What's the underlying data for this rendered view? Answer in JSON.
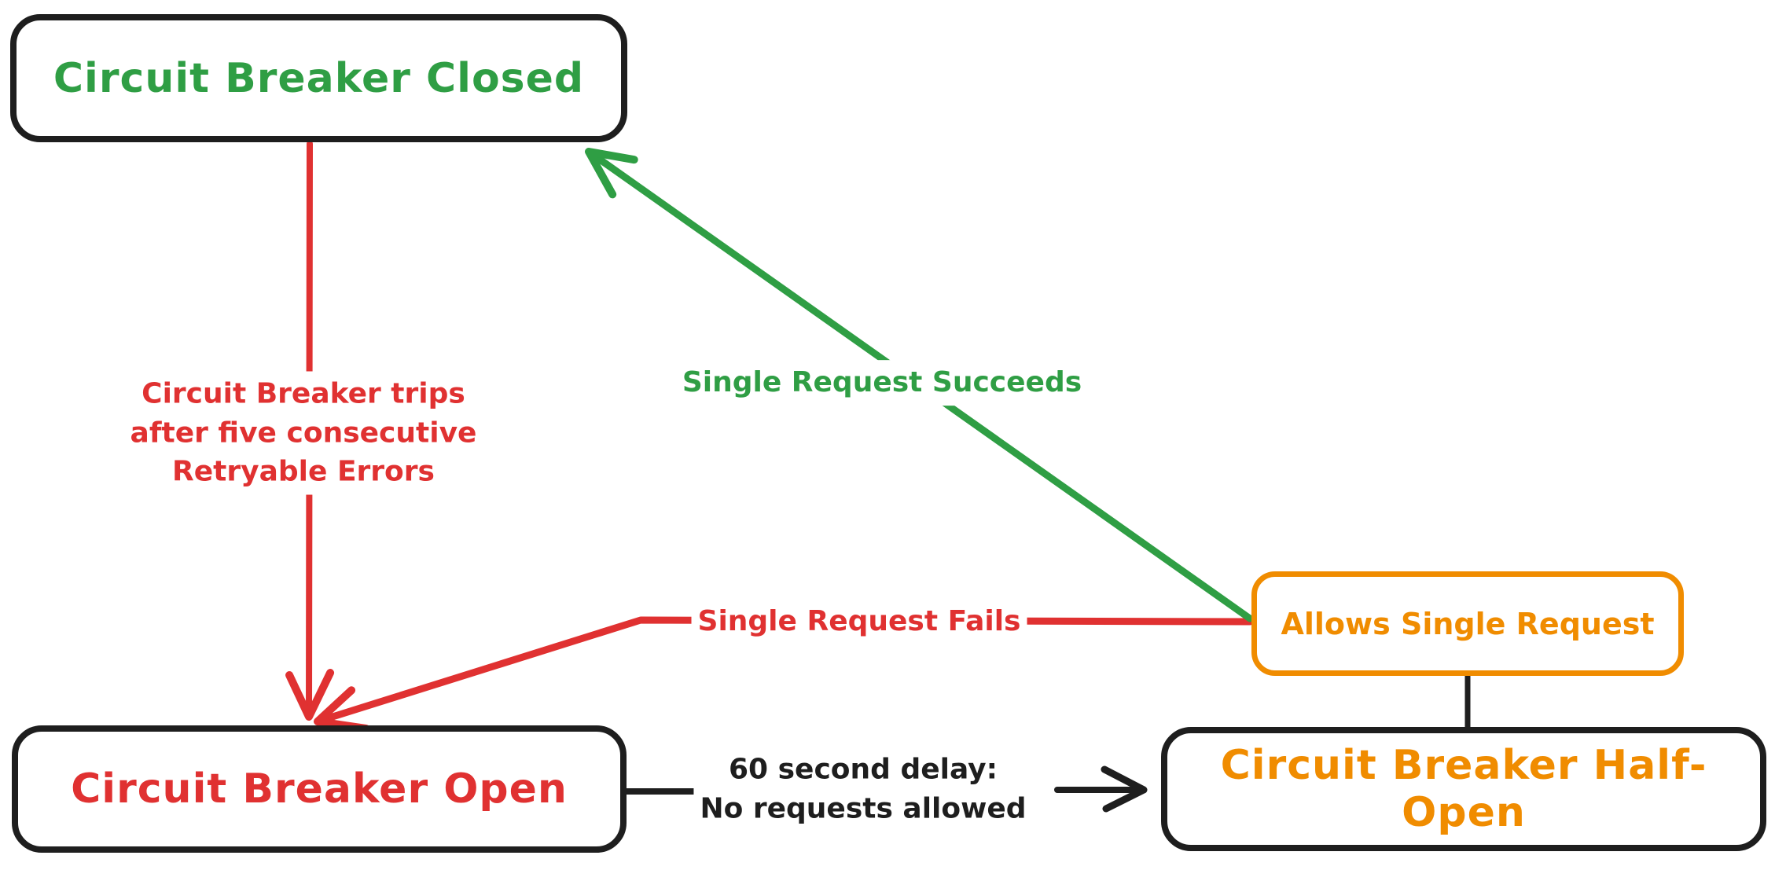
{
  "canvas": {
    "background": "#ffffff"
  },
  "colors": {
    "green": "#2f9e44",
    "red": "#e03131",
    "orange": "#f08c00",
    "black": "#1e1e1e"
  },
  "nodes": {
    "closed": {
      "label": "Circuit Breaker Closed",
      "text_color": "#2f9e44",
      "border_color": "#1e1e1e"
    },
    "open": {
      "label": "Circuit Breaker Open",
      "text_color": "#e03131",
      "border_color": "#1e1e1e"
    },
    "half_open": {
      "label": "Circuit Breaker Half-Open",
      "text_color": "#f08c00",
      "border_color": "#1e1e1e"
    },
    "allows": {
      "label": "Allows Single Request",
      "text_color": "#f08c00",
      "border_color": "#f08c00"
    }
  },
  "edges": {
    "trips": {
      "color": "#e03131",
      "from": "closed",
      "to": "open",
      "lines": [
        "Circuit Breaker trips",
        "after five consecutive",
        "Retryable Errors"
      ]
    },
    "succeeds": {
      "color": "#2f9e44",
      "from": "allows",
      "to": "closed",
      "label": "Single Request Succeeds"
    },
    "fails": {
      "color": "#e03131",
      "from": "allows",
      "to": "open",
      "label": "Single Request Fails"
    },
    "delay": {
      "color": "#1e1e1e",
      "from": "open",
      "to": "half_open",
      "lines": [
        "60 second delay:",
        "No requests allowed"
      ]
    },
    "connector": {
      "color": "#1e1e1e",
      "from": "half_open",
      "to": "allows",
      "label": ""
    }
  }
}
